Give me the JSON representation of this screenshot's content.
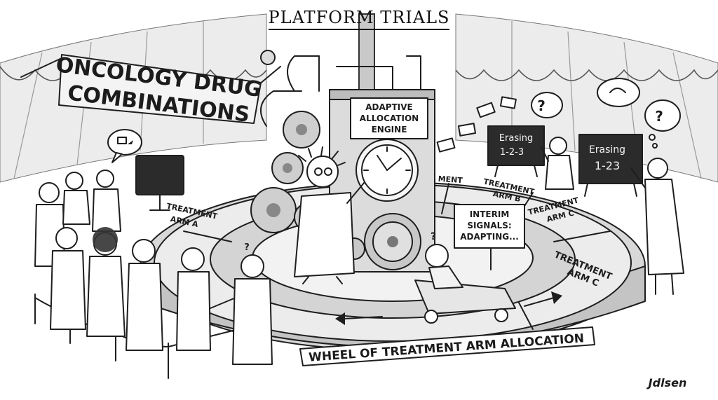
{
  "title": "PLATFORM TRIALS",
  "banner": {
    "line1": "ONCOLOGY DRUG",
    "line2": "COMBINATIONS"
  },
  "engine": {
    "line1": "ADAPTIVE",
    "line2": "ALLOCATION",
    "line3": "ENGINE"
  },
  "interim_sign": {
    "line1": "INTERIM",
    "line2": "SIGNALS:",
    "line3": "ADAPTING..."
  },
  "wheel_sign": "WHEEL OF TREATMENT ARM ALLOCATION",
  "arms": {
    "a_line1": "TREATMENT",
    "a_line2": "ARM A",
    "b_line1": "TREATMENT",
    "b_line2": "ARM B",
    "c1_line1": "TREATMENT",
    "c1_line2": "ARM C",
    "c2_line1": "TREATMENT",
    "c2_line2": "ARM C",
    "partial": "MENT"
  },
  "boards": {
    "left_line1": "Erasing",
    "left_line2": "1-2-3",
    "right_line1": "Erasing",
    "right_line2": "1-23"
  },
  "question_marks": {
    "q1": "?",
    "q2": "?",
    "q3": "?",
    "q4": "?"
  },
  "signature": "Jdlsen",
  "colors": {
    "ink": "#1e1e1e",
    "paper": "#ffffff",
    "shade": "#bdbdbd",
    "chalkboard": "#2b2b2b"
  }
}
